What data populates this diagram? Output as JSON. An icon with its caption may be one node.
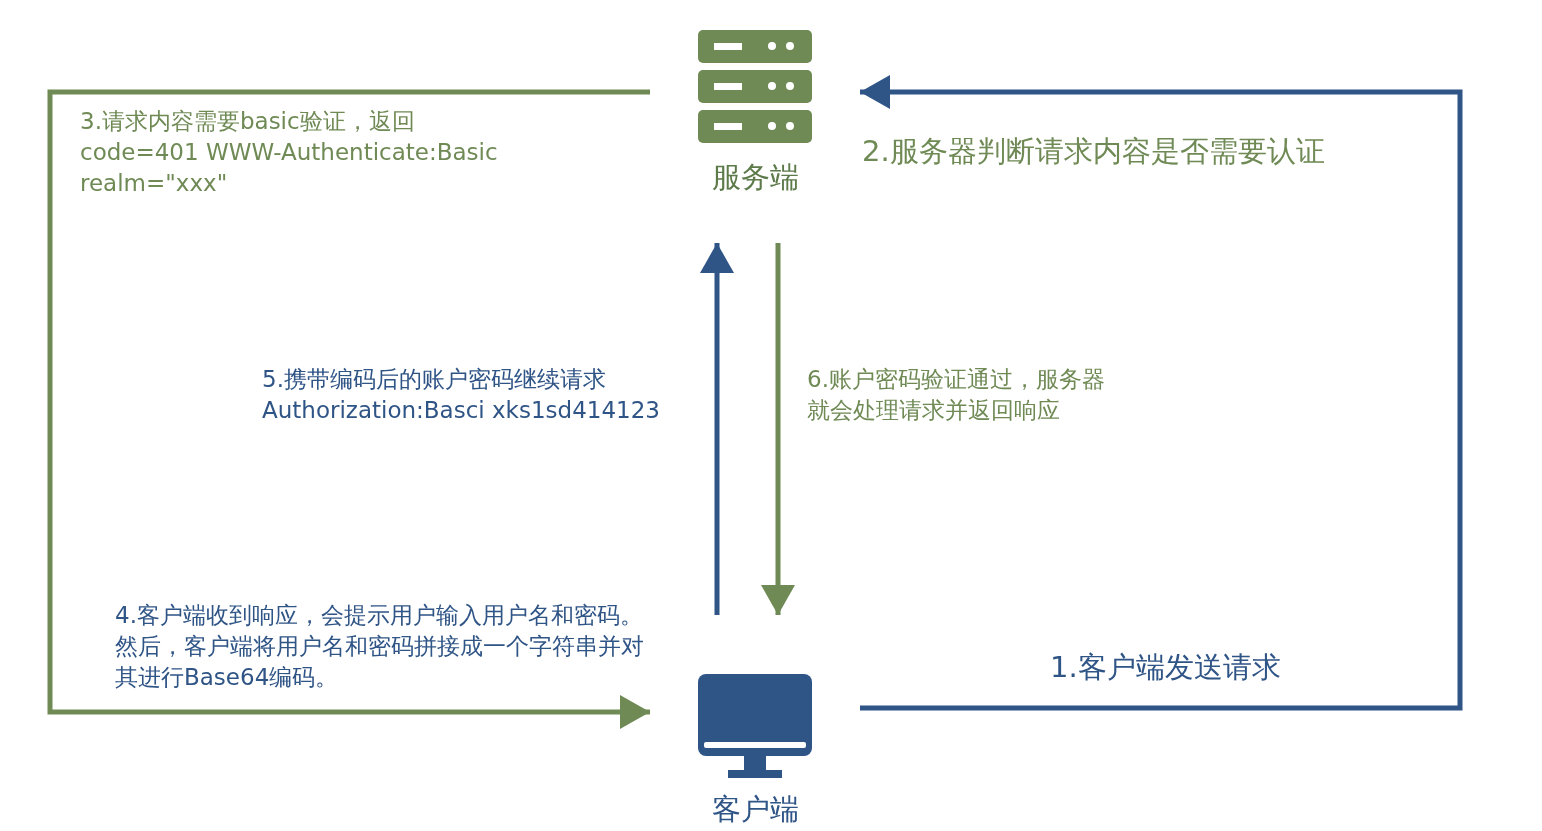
{
  "diagram": {
    "nodes": [
      {
        "text": [
          "服务端"
        ]
      },
      {
        "text": [
          "客户端"
        ]
      }
    ],
    "edges": [
      {
        "from": 1,
        "to": 0,
        "arrow": "to",
        "label": "1.客户端发送请求",
        "color": "#2f5486"
      },
      {
        "from": 0,
        "to": 1,
        "arrow": "to",
        "label": "3.请求内容需要basic验证，返回 code=401 WWW-Authenticate:Basic realm=\"xxx\"",
        "color": "#6f8a55"
      },
      {
        "from": 1,
        "to": 0,
        "arrow": "to",
        "label": "5.携带编码后的账户密码继续请求 Authorization:Basci xks1sd414123",
        "color": "#2f5486"
      },
      {
        "from": 0,
        "to": 1,
        "arrow": "to",
        "label": "6.账户密码验证通过，服务器就会处理请求并返回响应",
        "color": "#6f8a55"
      }
    ],
    "labels": [
      "2.服务器判断请求内容是否需要认证",
      "4.客户端收到响应，会提示用户输入用户名和密码。然后，客户端将用户名和密码拼接成一个字符串并对其进行Base64编码。"
    ]
  }
}
